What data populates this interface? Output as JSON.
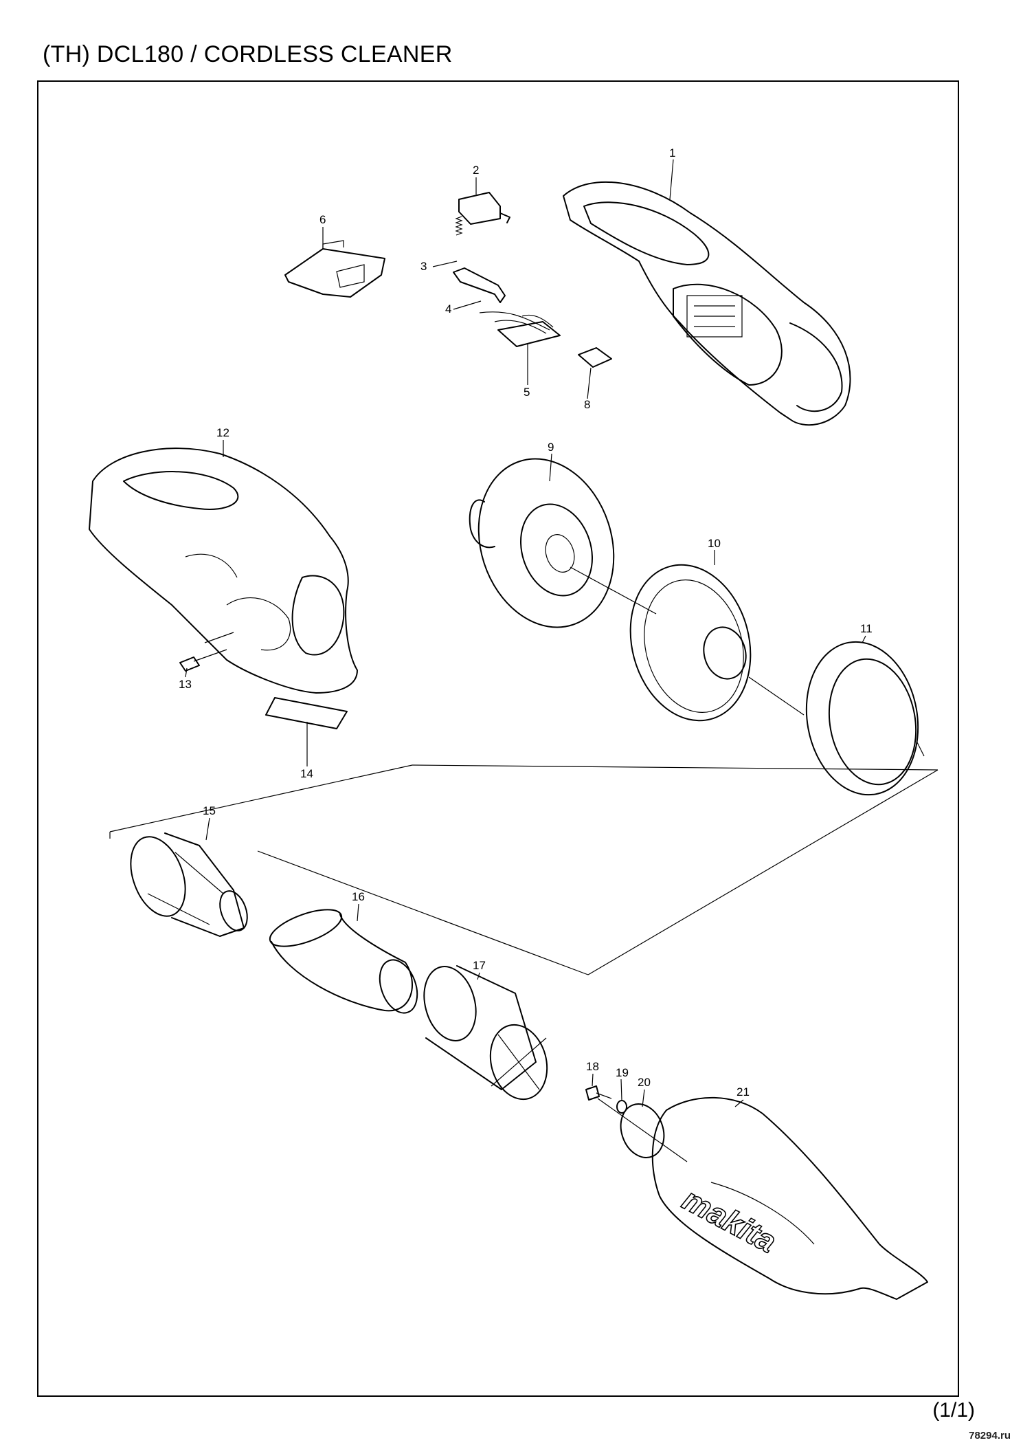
{
  "title": "(TH) DCL180 / CORDLESS CLEANER",
  "page_indicator": "(1/1)",
  "watermark": "78294.ru",
  "brand_logo_text": "makita",
  "part_callouts": [
    "1",
    "2",
    "3",
    "4",
    "5",
    "6",
    "8",
    "9",
    "10",
    "11",
    "12",
    "13",
    "14",
    "15",
    "16",
    "17",
    "18",
    "19",
    "20",
    "21"
  ]
}
